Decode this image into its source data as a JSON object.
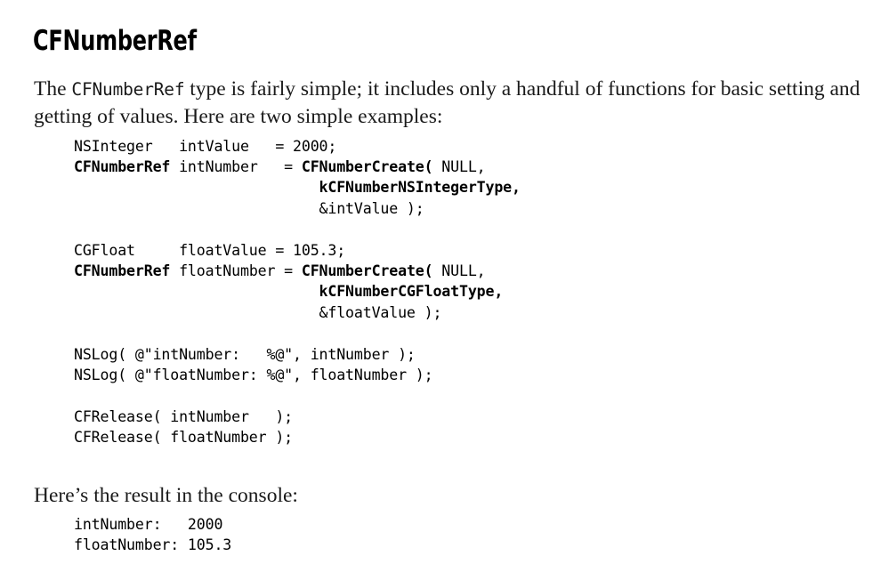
{
  "document": {
    "section_title": "CFNumberRef",
    "intro_paragraph": {
      "before_code": "The ",
      "inline_code": "CFNumberRef",
      "after_code": " type is fairly simple; it includes only a handful of functions for basic setting and getting of values. Here are two simple examples:"
    },
    "console_lead": "Here’s the result in the console:",
    "code_listing": {
      "language": "objective-c",
      "lines": [
        {
          "plain": "NSInteger   intValue   = 2000;"
        },
        {
          "segments": [
            {
              "text": "CFNumberRef",
              "bold": true
            },
            {
              "text": " intNumber   = ",
              "bold": false
            },
            {
              "text": "CFNumberCreate(",
              "bold": true
            },
            {
              "text": " NULL,",
              "bold": false
            }
          ]
        },
        {
          "segments": [
            {
              "text": "                            kCFNumberNSIntegerType,",
              "bold": true
            }
          ]
        },
        {
          "plain": "                            &intValue );"
        },
        {
          "blank": true
        },
        {
          "plain": "CGFloat     floatValue = 105.3;"
        },
        {
          "segments": [
            {
              "text": "CFNumberRef",
              "bold": true
            },
            {
              "text": " floatNumber = ",
              "bold": false
            },
            {
              "text": "CFNumberCreate(",
              "bold": true
            },
            {
              "text": " NULL,",
              "bold": false
            }
          ]
        },
        {
          "segments": [
            {
              "text": "                            kCFNumberCGFloatType,",
              "bold": true
            }
          ]
        },
        {
          "plain": "                            &floatValue );"
        },
        {
          "blank": true
        },
        {
          "plain": "NSLog( @\"intNumber:   %@\", intNumber );"
        },
        {
          "plain": "NSLog( @\"floatNumber: %@\", floatNumber );"
        },
        {
          "blank": true
        },
        {
          "plain": "CFRelease( intNumber   );"
        },
        {
          "plain": "CFRelease( floatNumber );"
        }
      ]
    },
    "console_listing": {
      "lines": [
        {
          "plain": "intNumber:   2000"
        },
        {
          "plain": "floatNumber: 105.3"
        }
      ]
    }
  },
  "colors": {
    "page_background": "#ffffff",
    "text": "#000000",
    "body_text": "#1a1a1a"
  }
}
